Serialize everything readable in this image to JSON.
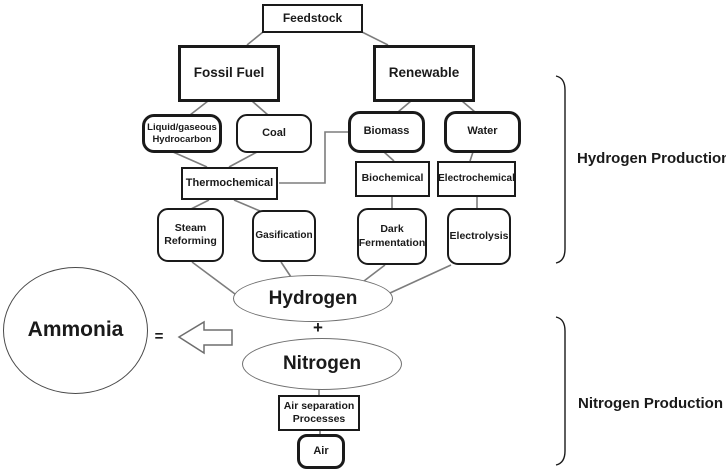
{
  "nodes": {
    "feedstock": {
      "label": "Feedstock"
    },
    "fossil_fuel": {
      "label": "Fossil Fuel"
    },
    "renewable": {
      "label": "Renewable"
    },
    "hydrocarbon": {
      "label": "Liquid/gaseous Hydrocarbon"
    },
    "coal": {
      "label": "Coal"
    },
    "biomass": {
      "label": "Biomass"
    },
    "water": {
      "label": "Water"
    },
    "thermochemical": {
      "label": "Thermochemical"
    },
    "biochemical": {
      "label": "Biochemical"
    },
    "electrochemical": {
      "label": "Electrochemical"
    },
    "steam_reforming": {
      "label": "Steam Reforming"
    },
    "gasification": {
      "label": "Gasification"
    },
    "dark_fermentation": {
      "label": "Dark Fermentation"
    },
    "electrolysis": {
      "label": "Electrolysis"
    },
    "hydrogen": {
      "label": "Hydrogen"
    },
    "nitrogen": {
      "label": "Nitrogen"
    },
    "air_separation": {
      "label": "Air separation Processes"
    },
    "air": {
      "label": "Air"
    },
    "ammonia": {
      "label": "Ammonia"
    }
  },
  "operators": {
    "plus": "+",
    "equals": "="
  },
  "section_labels": {
    "hydrogen_production": "Hydrogen Production",
    "nitrogen_production": "Nitrogen Production"
  },
  "colors": {
    "background": "#ffffff",
    "box_border": "#1a1a1a",
    "connector_line": "#7d7d7d",
    "ellipse_border": "#6f6f6f",
    "text": "#1a1a1a"
  }
}
